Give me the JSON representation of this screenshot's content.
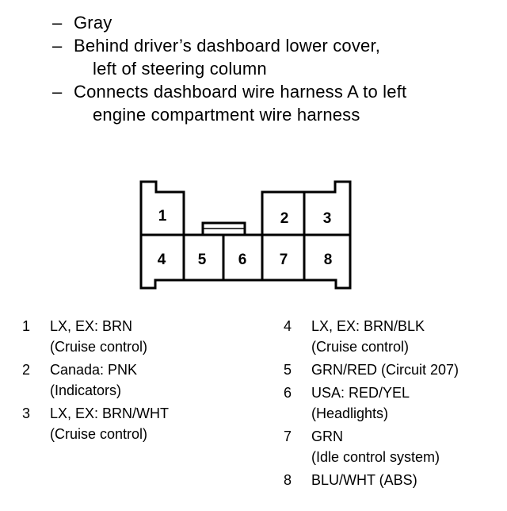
{
  "header": {
    "lines": [
      {
        "dash": "–",
        "text": "Gray"
      },
      {
        "dash": "–",
        "text": "Behind driver’s dashboard lower cover,"
      },
      {
        "dash": "",
        "text": "left of steering column"
      },
      {
        "dash": "–",
        "text": "Connects dashboard wire harness A to left"
      },
      {
        "dash": "",
        "text": "engine compartment wire harness"
      }
    ]
  },
  "connector": {
    "pins": [
      "1",
      "2",
      "3",
      "4",
      "5",
      "6",
      "7",
      "8"
    ]
  },
  "legend": {
    "left": [
      {
        "num": "1",
        "line1": "LX, EX: BRN",
        "line2": "(Cruise control)"
      },
      {
        "num": "2",
        "line1": "Canada: PNK",
        "line2": "(Indicators)"
      },
      {
        "num": "3",
        "line1": "LX, EX: BRN/WHT",
        "line2": "(Cruise control)"
      }
    ],
    "right": [
      {
        "num": "4",
        "line1": "LX, EX: BRN/BLK",
        "line2": "(Cruise control)"
      },
      {
        "num": "5",
        "line1": "GRN/RED (Circuit 207)",
        "line2": ""
      },
      {
        "num": "6",
        "line1": "USA: RED/YEL",
        "line2": "(Headlights)"
      },
      {
        "num": "7",
        "line1": "GRN",
        "line2": "(Idle control system)"
      },
      {
        "num": "8",
        "line1": "BLU/WHT (ABS)",
        "line2": ""
      }
    ]
  }
}
